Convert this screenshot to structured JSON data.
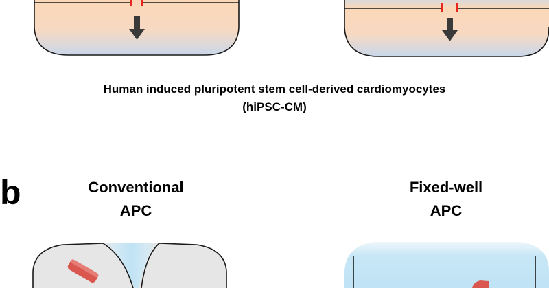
{
  "caption": {
    "line1": "Human induced pluripotent stem cell-derived cardiomyocytes",
    "line2": "(hiPSC-CM)"
  },
  "panel_b": {
    "letter": "b",
    "left_title": {
      "line1": "Conventional",
      "line2": "APC"
    },
    "right_title": {
      "line1": "Fixed-well",
      "line2": "APC"
    }
  },
  "colors": {
    "chamber_gradient_top": "#fbd7b8",
    "chamber_gradient_bottom": "#c9d8ea",
    "well_fluid": "#bfe3f5",
    "cell": "#d9574f",
    "aperture": "#e8281e",
    "arrow": "#3a3a3a"
  }
}
